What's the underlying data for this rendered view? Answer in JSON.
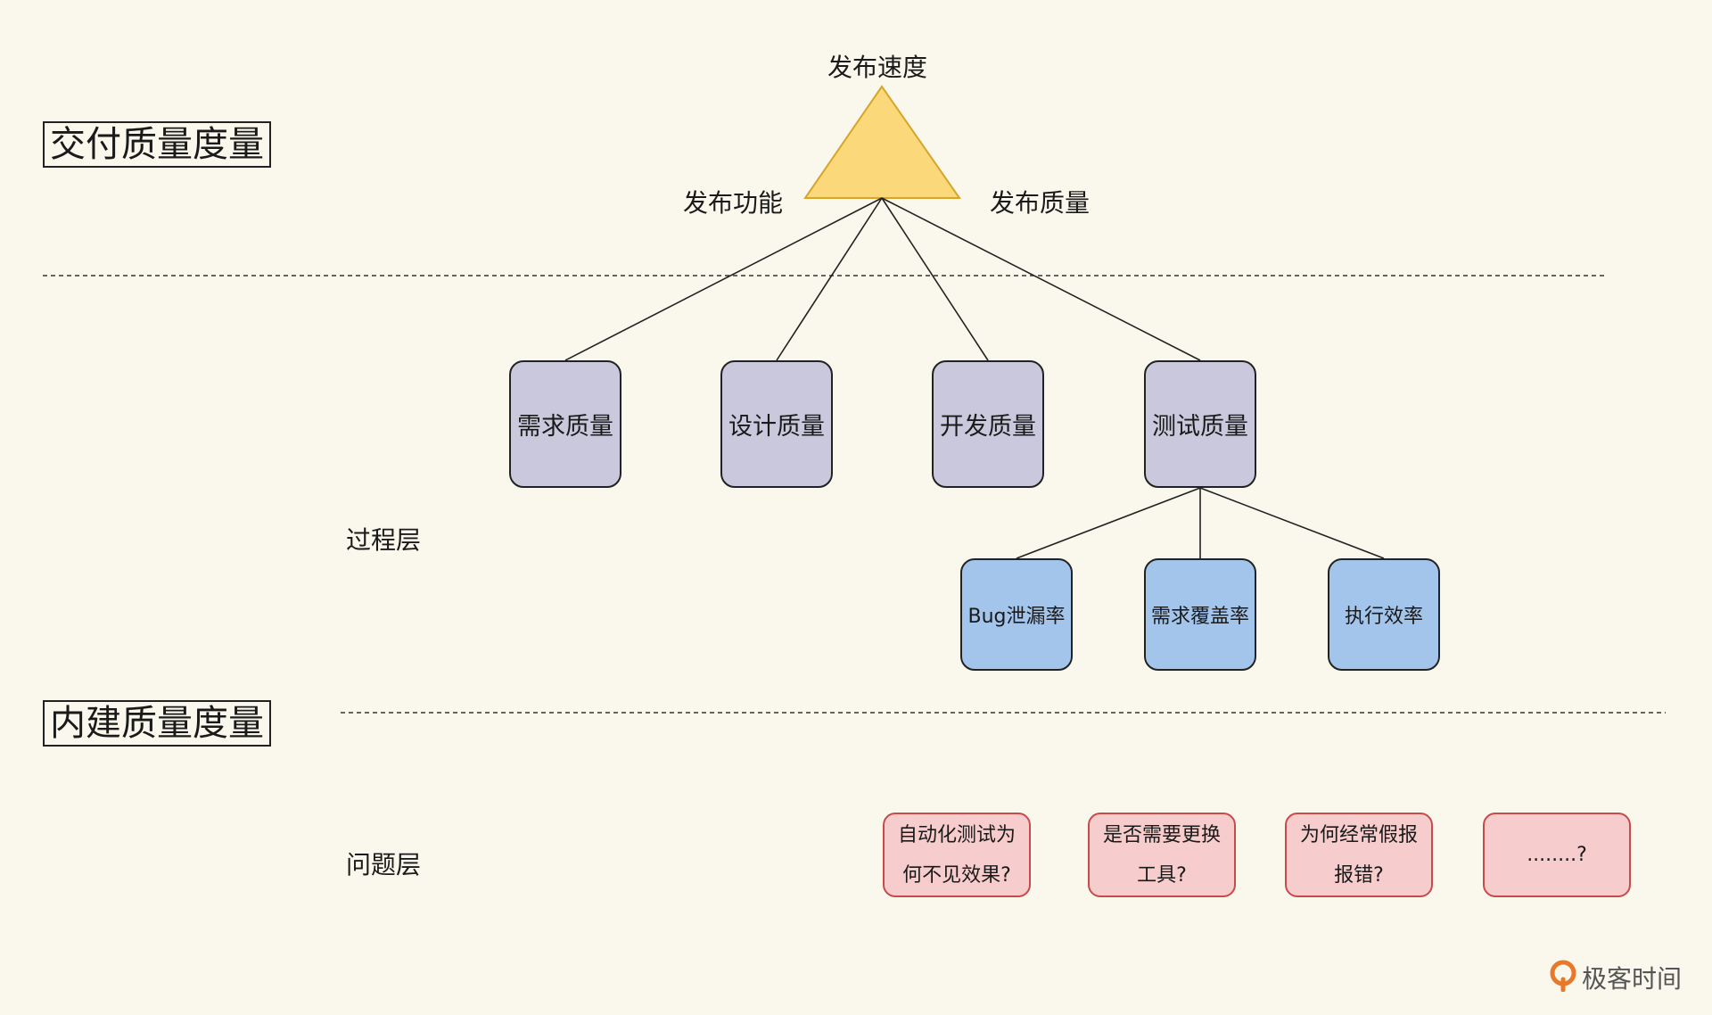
{
  "sections": {
    "delivery_title": "交付质量度量",
    "builtin_title": "内建质量度量",
    "process_layer": "过程层",
    "problem_layer": "问题层"
  },
  "triangle": {
    "top": "发布速度",
    "left": "发布功能",
    "right": "发布质量",
    "fill_color": "#fbd97a",
    "stroke_color": "#d6a52a"
  },
  "process_nodes": [
    "需求质量",
    "设计质量",
    "开发质量",
    "测试质量"
  ],
  "metric_nodes": [
    "Bug泄漏率",
    "需求覆盖率",
    "执行效率"
  ],
  "question_nodes": [
    [
      "自动化测试为",
      "何不见效果?"
    ],
    [
      "是否需要更换",
      "工具?"
    ],
    [
      "为何经常假报",
      "报错?"
    ],
    [
      "........?"
    ]
  ],
  "logo": {
    "text": "极客时间",
    "color": "#e8792b"
  },
  "colors": {
    "background": "#faf7ec",
    "process_fill": "#c9c8dc",
    "metric_fill": "#a3c5ec",
    "question_fill": "#f6cccc",
    "question_stroke": "#c84b4b"
  }
}
